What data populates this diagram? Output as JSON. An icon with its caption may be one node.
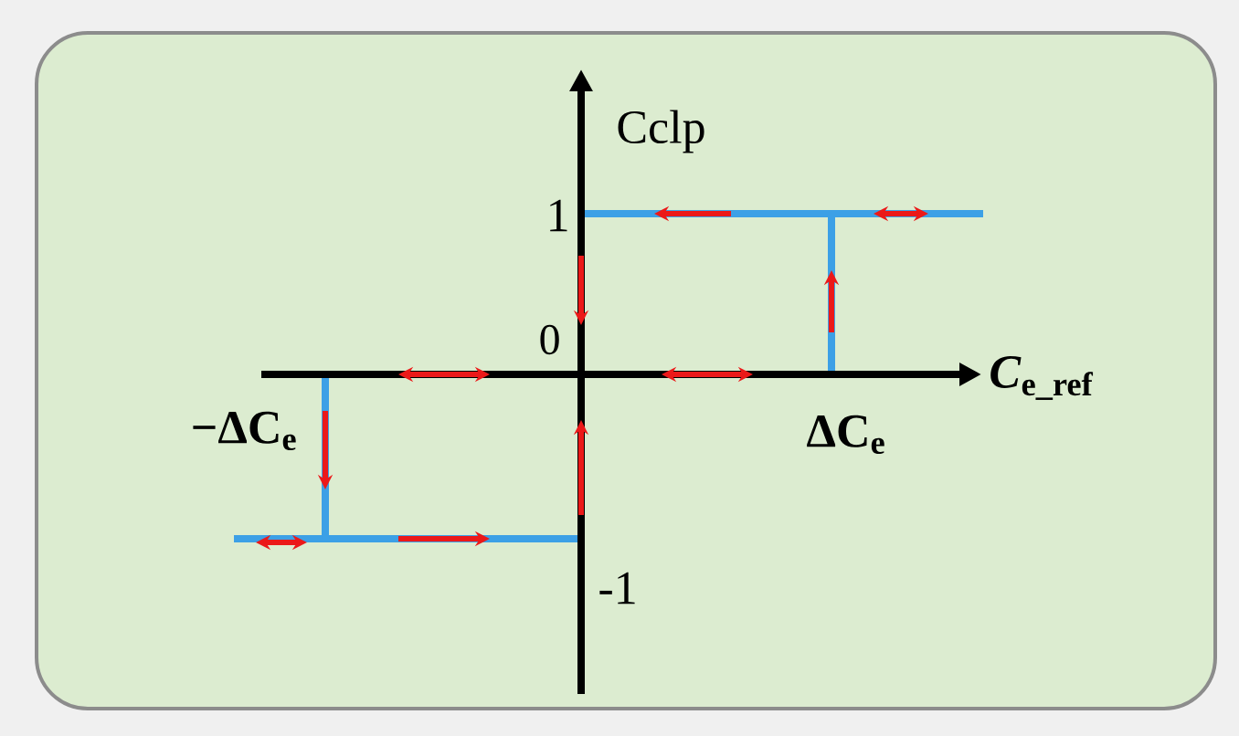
{
  "diagram": {
    "labels": [
      "Cclp",
      "1",
      "0",
      "*C*$_{e_ref}$",
      "−ΔC$_{e}$",
      "ΔC$_{e}$",
      "-1"
    ]
  }
}
